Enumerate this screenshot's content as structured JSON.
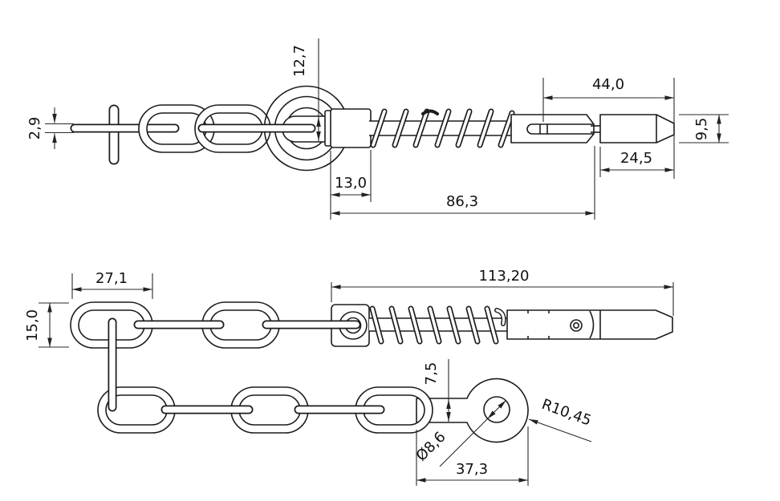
{
  "drawing": {
    "background": "#ffffff",
    "line_color": "#1c1c1c",
    "dimension_color": "#2a2a2a",
    "views": {
      "side_view": {
        "label": "spring-bolt-with-chain-side-view",
        "dims": {
          "chain_wire": "2,9",
          "ring_bore": "12,7",
          "head_width": "13,0",
          "body_length": "86,3",
          "tip_section": "44,0",
          "tip_length": "24,5",
          "tip_diameter": "9,5"
        }
      },
      "plan_view": {
        "label": "spring-bolt-with-chain-plan-view",
        "dims": {
          "link_length": "27,1",
          "link_width": "15,0",
          "overall_length": "113,20",
          "tab_width": "7,5",
          "hole_diameter": "Ø8,6",
          "eye_radius": "R10,45",
          "tab_length": "37,3"
        }
      }
    }
  }
}
